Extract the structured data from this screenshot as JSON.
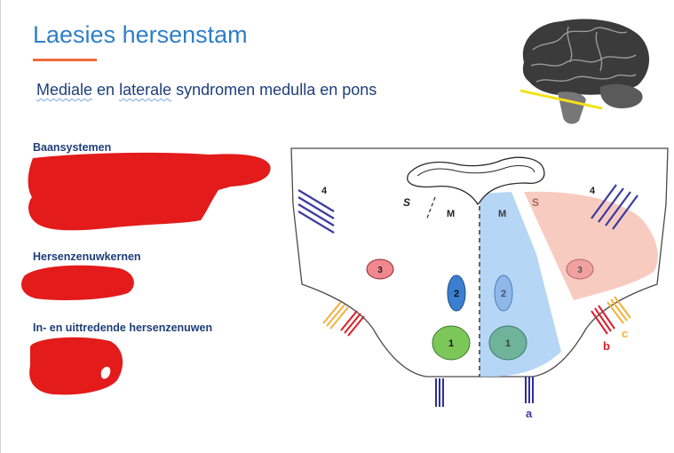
{
  "slide": {
    "title": "Laesies hersenstam",
    "subtitle_parts": [
      "Mediale",
      " en ",
      "laterale",
      " syndromen medulla en pons"
    ]
  },
  "sections": {
    "baansystemen": "Baansystemen",
    "hersenzenuwkernen": "Hersenzenuwkernen",
    "zenuwen": "In- en uittredende hersenzenuwen"
  },
  "diagram": {
    "left_side": {
      "tract_4": "4",
      "region_s": "S",
      "region_m": "M",
      "nucleus_3": "3",
      "nucleus_2": "2",
      "nucleus_1": "1"
    },
    "right_side": {
      "tract_4": "4",
      "region_s": "S",
      "region_m": "M",
      "nucleus_3": "3",
      "nucleus_2": "2",
      "nucleus_1": "1"
    },
    "nerves": {
      "a": "a",
      "b": "b",
      "c": "c"
    }
  },
  "colors": {
    "title": "#2f7fc6",
    "accent_line": "#ef6b3a",
    "label": "#1f3e78",
    "redaction": "#e31b1b",
    "medial_zone": "#a9cff5",
    "lateral_zone": "#f7c2b6",
    "nucleus_1": "#7dc75a",
    "nucleus_2": "#3c7fd1",
    "nucleus_3": "#f0888e",
    "nerve_a": "#2b2f9a",
    "nerve_b": "#d81e2c",
    "nerve_c": "#f2b23b"
  }
}
